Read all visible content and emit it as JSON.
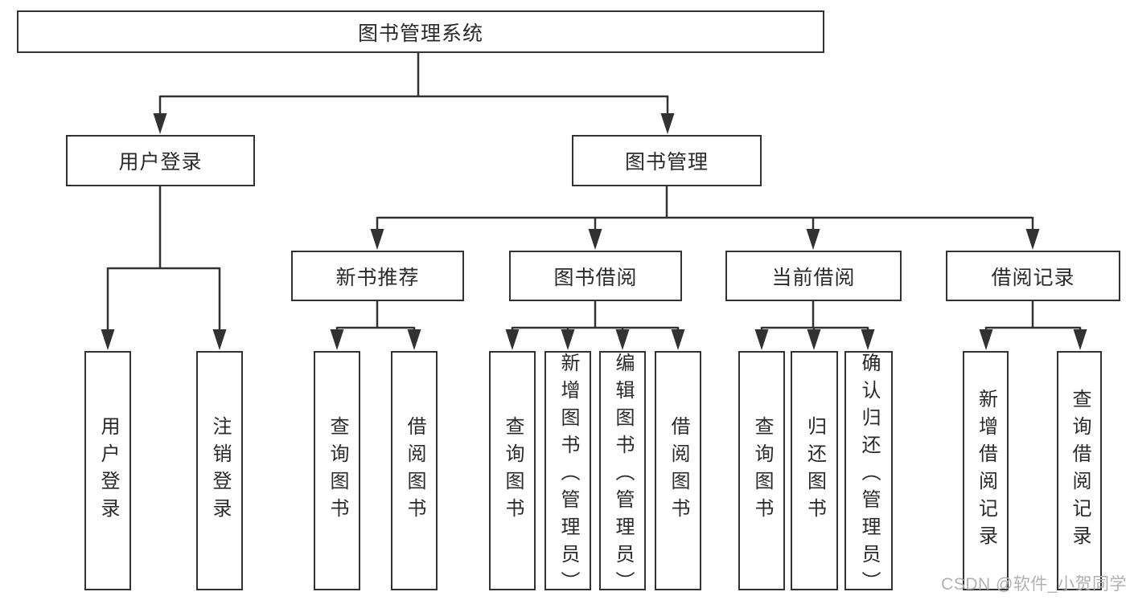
{
  "tree": {
    "label": "图书管理系统",
    "children": [
      {
        "label": "用户登录",
        "children": [
          {
            "label": "用户登录"
          },
          {
            "label": "注销登录"
          }
        ]
      },
      {
        "label": "图书管理",
        "children": [
          {
            "label": "新书推荐",
            "children": [
              {
                "label": "查询图书"
              },
              {
                "label": "借阅图书"
              }
            ]
          },
          {
            "label": "图书借阅",
            "children": [
              {
                "label": "查询图书"
              },
              {
                "label": "新增图书（管理员）"
              },
              {
                "label": "编辑图书（管理员）"
              },
              {
                "label": "借阅图书"
              }
            ]
          },
          {
            "label": "当前借阅",
            "children": [
              {
                "label": "查询图书"
              },
              {
                "label": "归还图书"
              },
              {
                "label": "确认归还（管理员）"
              }
            ]
          },
          {
            "label": "借阅记录",
            "children": [
              {
                "label": "新增借阅记录"
              },
              {
                "label": "查询借阅记录"
              }
            ]
          }
        ]
      }
    ]
  },
  "watermark": "CSDN @软件_小贺同学",
  "colors": {
    "line": "#323232",
    "box_border": "#323232",
    "text": "#2a2a2a",
    "watermark": "#b0b0b0",
    "background": "#ffffff"
  }
}
